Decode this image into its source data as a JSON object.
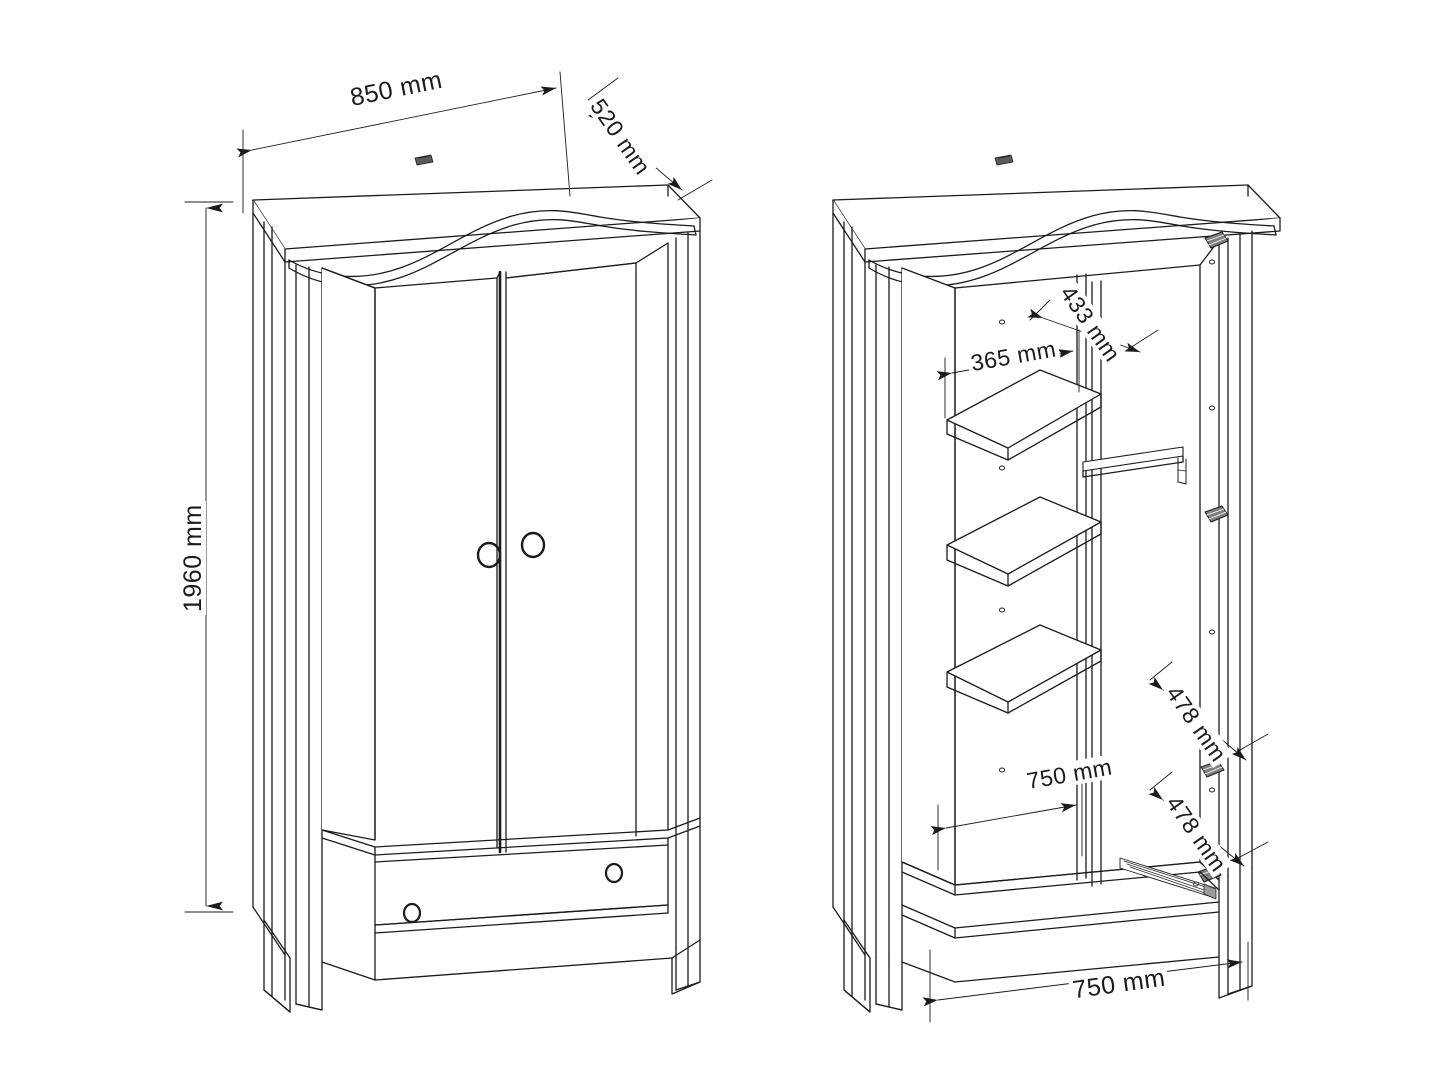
{
  "document": {
    "type": "technical-assembly-drawing",
    "subject": "Two-door wardrobe with bottom drawer",
    "background_color": "#ffffff",
    "line_color": "#1b1b1b",
    "units": "mm"
  },
  "views": [
    {
      "id": "front-closed",
      "name": "Closed wardrobe exterior view",
      "features": [
        "wavy decorative top cornice",
        "two hinged doors",
        "two round door knobs",
        "bottom drawer with two round knobs",
        "four tapered legs"
      ]
    },
    {
      "id": "interior-open",
      "name": "Open wardrobe interior view",
      "features": [
        "three fixed shelves on left compartment",
        "hanging rail on right compartment",
        "three door hinge plates on right side panel",
        "drawer slide rail at bottom",
        "wavy decorative top cornice"
      ]
    }
  ],
  "dimensions": {
    "overall_width": {
      "value": "850 mm",
      "view": "front-closed",
      "orientation": "horizontal"
    },
    "overall_depth": {
      "value": "520 mm",
      "view": "front-closed",
      "orientation": "diagonal"
    },
    "overall_height": {
      "value": "1960 mm",
      "view": "front-closed",
      "orientation": "vertical"
    },
    "shelf_width": {
      "value": "365 mm",
      "view": "interior-open",
      "orientation": "horizontal"
    },
    "shelf_depth": {
      "value": "433 mm",
      "view": "interior-open",
      "orientation": "diagonal"
    },
    "drawer_depth_upper": {
      "value": "478 mm",
      "view": "interior-open",
      "orientation": "diagonal"
    },
    "drawer_depth_lower": {
      "value": "478 mm",
      "view": "interior-open",
      "orientation": "diagonal"
    },
    "inner_width_upper": {
      "value": "750 mm",
      "view": "interior-open",
      "orientation": "horizontal"
    },
    "inner_width_lower": {
      "value": "750 mm",
      "view": "interior-open",
      "orientation": "horizontal"
    }
  }
}
